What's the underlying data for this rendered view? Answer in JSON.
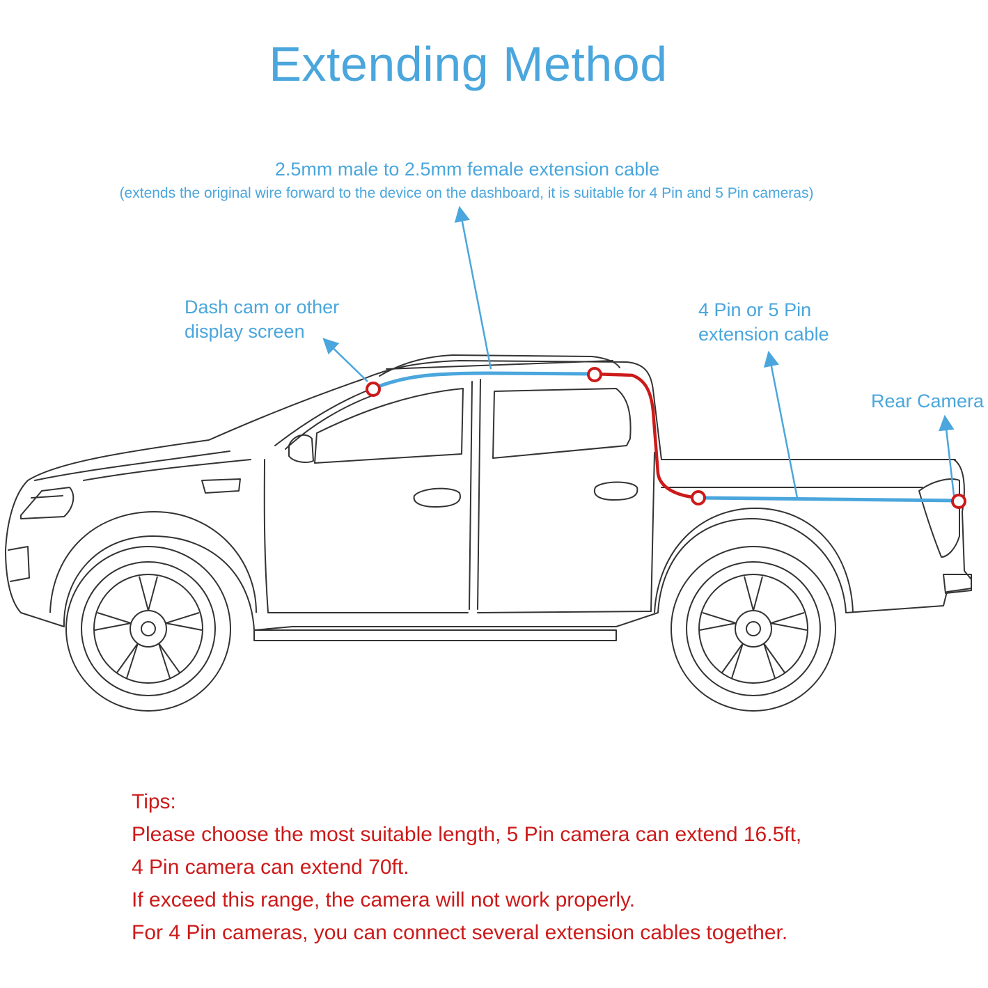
{
  "title": "Extending Method",
  "colors": {
    "accent": "#4aa6dc",
    "connector": "#cc1a1a",
    "outline": "#333333"
  },
  "labels": {
    "cable_main": "2.5mm male to 2.5mm female extension cable",
    "cable_sub": "(extends the original wire  forward to the device on the dashboard, it is suitable for 4 Pin and 5 Pin cameras)",
    "dash_line1": "Dash cam or other",
    "dash_line2": "display screen",
    "pin_line1": "4 Pin or 5 Pin",
    "pin_line2": "extension cable",
    "rear": "Rear Camera"
  },
  "tips": {
    "heading": "Tips:",
    "lines": [
      "Please choose the most suitable length, 5 Pin camera can extend 16.5ft,",
      "4 Pin camera can extend 70ft.",
      "If exceed this range, the camera will not work properly.",
      "For 4 Pin cameras, you can connect several extension cables together."
    ]
  }
}
